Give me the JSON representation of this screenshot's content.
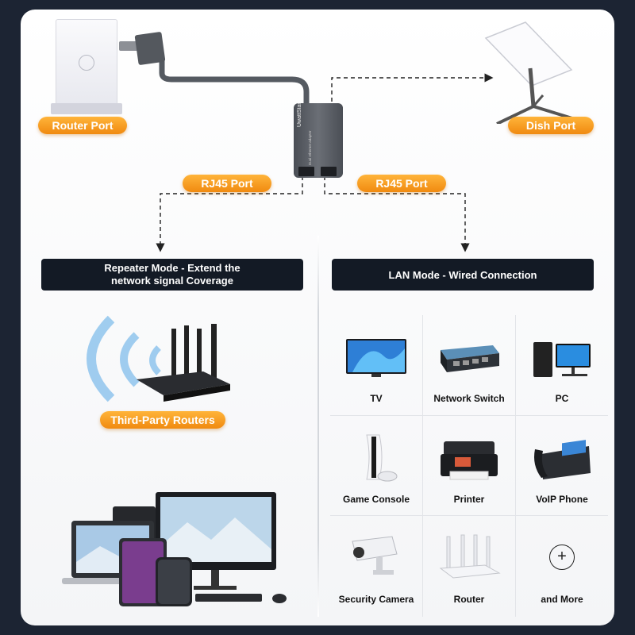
{
  "labels": {
    "router_port": "Router Port",
    "dish_port": "Dish Port",
    "rj45_left": "RJ45 Port",
    "rj45_right": "RJ45 Port",
    "third_party": "Third-Party Routers"
  },
  "banners": {
    "repeater": "Repeater Mode - Extend the network signal Coverage",
    "lan": "LAN Mode - Wired Connection"
  },
  "adapter": {
    "brand": "UwattStar",
    "text": "Dual ethernet adapter"
  },
  "devices": [
    {
      "name": "TV",
      "icon": "tv-icon"
    },
    {
      "name": "Network Switch",
      "icon": "network-switch-icon"
    },
    {
      "name": "PC",
      "icon": "pc-icon"
    },
    {
      "name": "Game Console",
      "icon": "game-console-icon"
    },
    {
      "name": "Printer",
      "icon": "printer-icon"
    },
    {
      "name": "VoIP Phone",
      "icon": "voip-phone-icon"
    },
    {
      "name": "Security Camera",
      "icon": "security-camera-icon"
    },
    {
      "name": "Router",
      "icon": "router-icon"
    },
    {
      "name": "and More",
      "icon": "plus-icon"
    }
  ],
  "colors": {
    "accent_orange": "#f5a020",
    "banner_dark": "#131a25",
    "frame": "#1c2433"
  }
}
